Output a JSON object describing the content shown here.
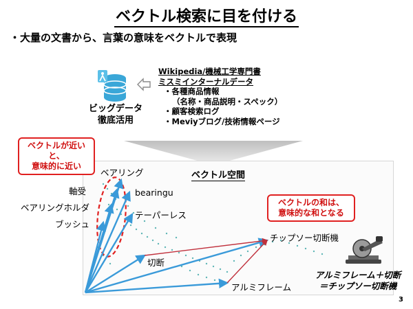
{
  "slide": {
    "title": "ベクトル検索に目を付ける",
    "bullet": "・大量の文書から、言葉の意味をベクトルで表現",
    "page_number": "3"
  },
  "bigdata": {
    "line1": "ビッグデータ",
    "line2": "徹底活用"
  },
  "sources": {
    "title1": "Wikipedia/機械工学専門書",
    "title2": "ミスミインターナルデータ",
    "item1": "・各種商品情報",
    "item1_detail": "（名称・商品説明・スペック）",
    "item2": "・顧客検索ログ",
    "item3": "・Meviyブログ/技術情報ページ"
  },
  "callouts": {
    "near_line1": "ベクトルが近いと、",
    "near_line2": "意味的に近い",
    "sum_line1": "ベクトルの和は、",
    "sum_line2": "意味的な和となる"
  },
  "plot": {
    "space_label": "ベクトル空間",
    "words": {
      "bearing": "ベアリング",
      "jikuuke": "軸受",
      "bearingu": "bearingu",
      "holder": "ベアリングホルダ",
      "taper": "テーパーレス",
      "bush": "ブッシュ",
      "chipsaw": "チップソー切断機",
      "setsudan": "切断",
      "alumi": "アルミフレーム"
    }
  },
  "result": {
    "line1": "アルミフレーム＋切断",
    "line2": "＝チップソー切断機"
  },
  "colors": {
    "vector": "#3a9ad9",
    "sum_vector": "#c0303c",
    "callout": "#e02020",
    "db_icon": "#3aa7d8"
  }
}
